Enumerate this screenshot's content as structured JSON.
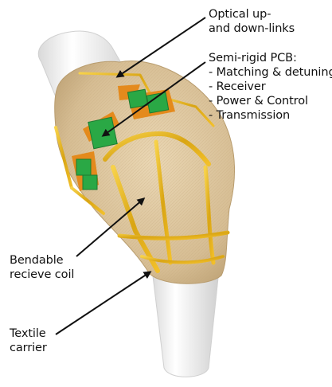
{
  "labels": {
    "optical": [
      "Optical up-",
      "and down-links"
    ],
    "pcb": {
      "title": "Semi-rigid PCB:",
      "items": [
        "- Matching & detuning",
        "- Receiver",
        "- Power & Control",
        "- Transmission"
      ]
    },
    "coil": [
      "Bendable",
      "recieve coil"
    ],
    "carrier": [
      "Textile",
      "carrier"
    ]
  },
  "colors": {
    "textile": "#d9c29d",
    "gold": "#e0b020",
    "pcb_orange": "#e48a1c",
    "chip_green": "#2aa845",
    "tube": "#f2f2f2"
  }
}
